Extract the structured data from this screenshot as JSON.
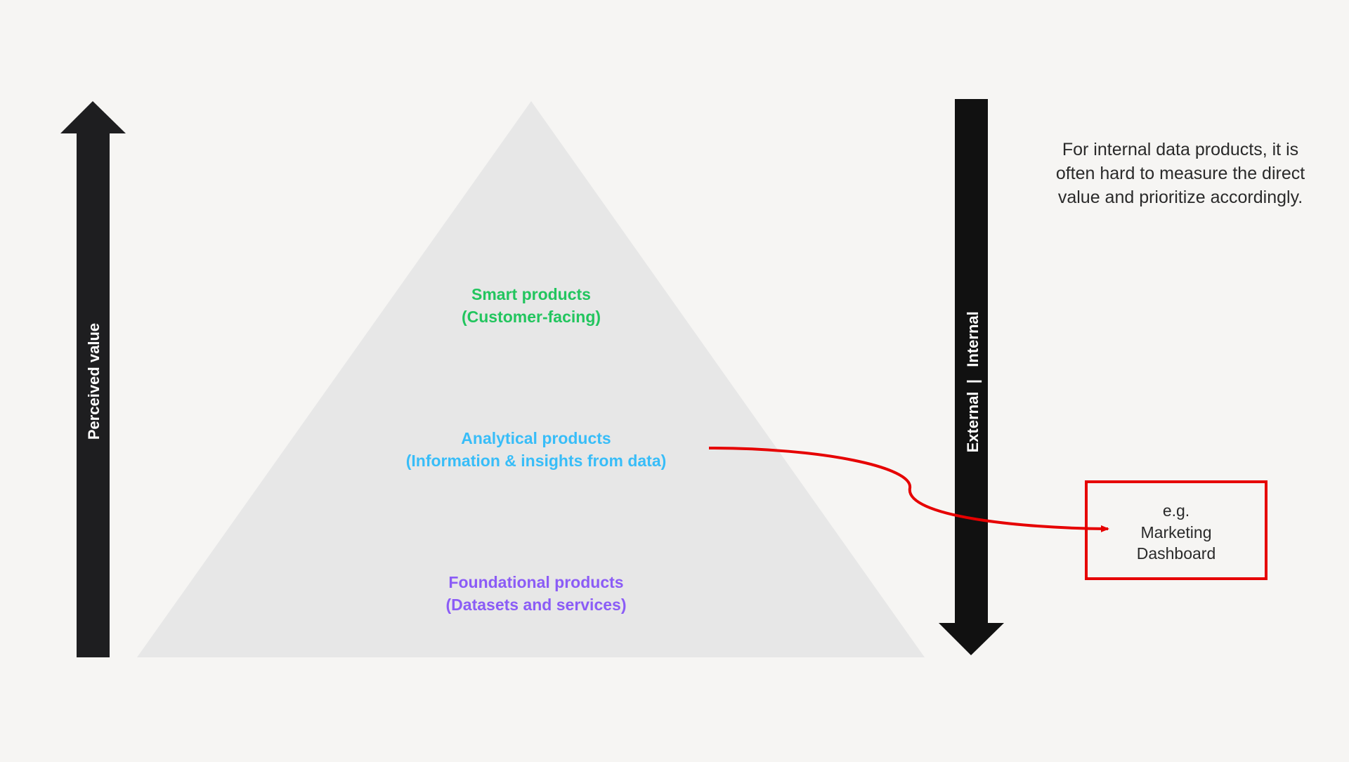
{
  "colors": {
    "background": "#f6f5f3",
    "pyramid_fill": "#e7e7e7",
    "arrow_fill": "#111111",
    "smart": "#22c55e",
    "analytical": "#38bdf8",
    "foundational": "#8b5cf6",
    "highlight": "#e60000",
    "text_dark": "#2a2a2a",
    "arrow_text": "#ffffff"
  },
  "left_arrow": {
    "label": "Perceived value"
  },
  "right_arrow": {
    "label_external": "External",
    "separator": "|",
    "label_internal": "Internal"
  },
  "pyramid": {
    "tiers": [
      {
        "title": "Smart products",
        "subtitle": "(Customer-facing)"
      },
      {
        "title": "Analytical products",
        "subtitle": "(Information & insights from data)"
      },
      {
        "title": "Foundational products",
        "subtitle": "(Datasets and services)"
      }
    ]
  },
  "note": {
    "text": "For internal data products, it is often hard to measure the direct value and prioritize accordingly."
  },
  "callout": {
    "line1": "e.g.",
    "line2": "Marketing",
    "line3": "Dashboard"
  }
}
